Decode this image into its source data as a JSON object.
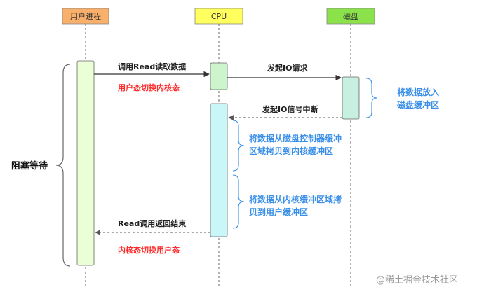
{
  "participants": {
    "user_process": "用户进程",
    "cpu": "CPU",
    "disk": "磁盘"
  },
  "colors": {
    "user_header_fill": "#f9b06a",
    "cpu_header_fill": "#ffff5e",
    "disk_header_fill": "#8ce24a",
    "user_bar_fill": "#eaffd6",
    "cpu_bar1_fill": "#cdf5cd",
    "cpu_bar2_fill": "#c9f6f6",
    "disk_bar_fill": "#c7f0e0",
    "red": "#ff2a2a",
    "blue": "#3a8fe8"
  },
  "messages": {
    "read_call": "调用Read读取数据",
    "user_to_kernel": "用户态切换内核态",
    "io_request": "发起IO请求",
    "io_interrupt": "发起IO信号中断",
    "read_return": "Read调用返回结束",
    "kernel_to_user": "内核态切换用户态"
  },
  "notes": {
    "disk_buffer_line1": "将数据放入",
    "disk_buffer_line2": "磁盘缓冲区",
    "ctrl_to_kernel_line1": "将数据从磁盘控制器缓冲",
    "ctrl_to_kernel_line2": "区域拷贝到内核缓冲区",
    "kernel_to_user_line1": "将数据从内核缓冲区域拷",
    "kernel_to_user_line2": "贝到用户缓冲区"
  },
  "blocking_label": "阻塞等待",
  "watermark": "@稀土掘金技术社区"
}
